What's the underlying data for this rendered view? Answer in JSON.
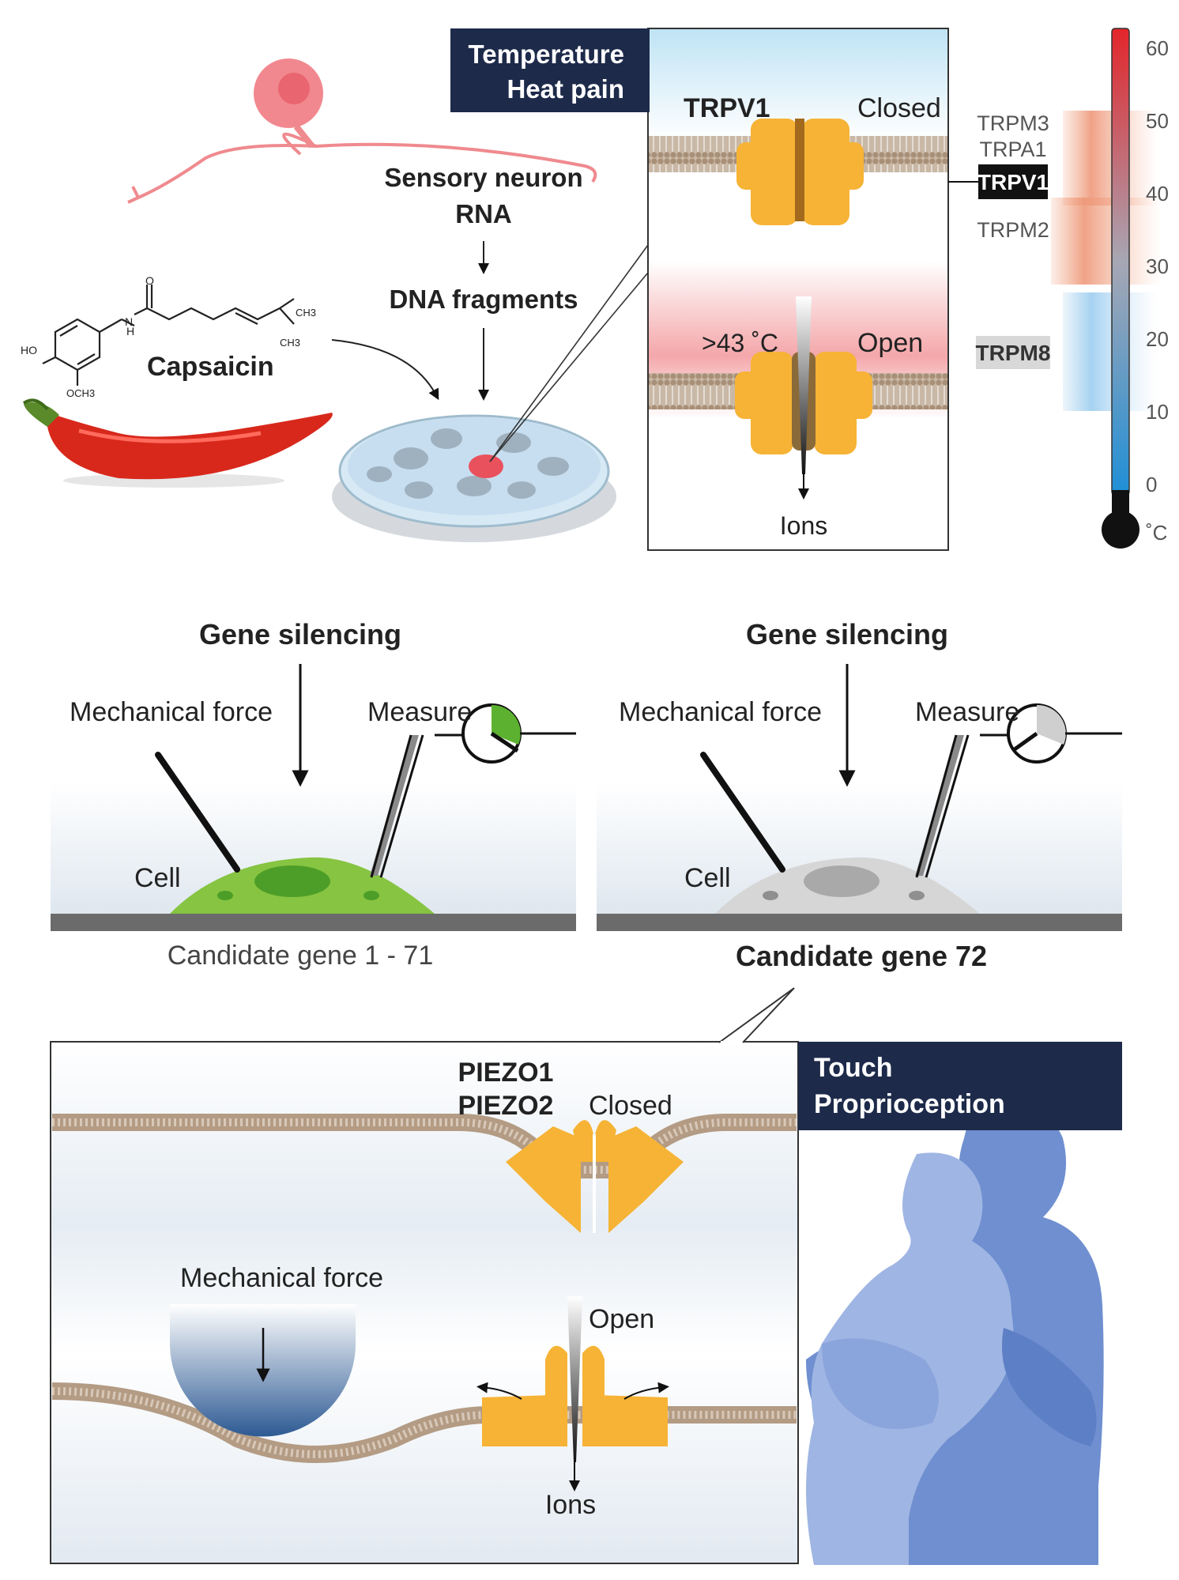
{
  "top": {
    "tag_line1": "Temperature",
    "tag_line2": "Heat pain",
    "neuron_label_1": "Sensory neuron",
    "neuron_label_2": "RNA",
    "dna_label": "DNA fragments",
    "capsaicin_label": "Capsaicin",
    "chem": {
      "o": "O",
      "nh": "N",
      "h": "H",
      "ho": "HO",
      "och3": "OCH3",
      "ch3a": "CH3",
      "ch3b": "CH3"
    },
    "channel_name": "TRPV1",
    "closed_label": "Closed",
    "open_label": "Open",
    "temp_label": ">43 ˚C",
    "ions_label": "Ions"
  },
  "thermometer": {
    "ticks": [
      "60",
      "50",
      "40",
      "30",
      "20",
      "10",
      "0"
    ],
    "unit": "˚C",
    "channels": [
      "TRPM3",
      "TRPA1",
      "TRPV1",
      "TRPM2",
      "TRPM8"
    ]
  },
  "panels": [
    {
      "silencing": "Gene silencing",
      "force": "Mechanical force",
      "measure": "Measure",
      "cell": "Cell",
      "candidate": "Candidate gene 1 - 71"
    },
    {
      "silencing": "Gene silencing",
      "force": "Mechanical force",
      "measure": "Measure",
      "cell": "Cell",
      "candidate": "Candidate gene 72"
    }
  ],
  "bottom": {
    "piezo1": "PIEZO1",
    "piezo2": "PIEZO2",
    "closed_label": "Closed",
    "open_label": "Open",
    "force_label": "Mechanical force",
    "ions_label": "Ions",
    "tag_line1": "Touch",
    "tag_line2": "Proprioception"
  },
  "colors": {
    "navy": "#1d2a4a",
    "channel": "#f6b335",
    "pepper": "#d8281c",
    "green_cell": "#86c441",
    "gray_cell": "#d3d3d3",
    "membrane": "#b9a089"
  }
}
